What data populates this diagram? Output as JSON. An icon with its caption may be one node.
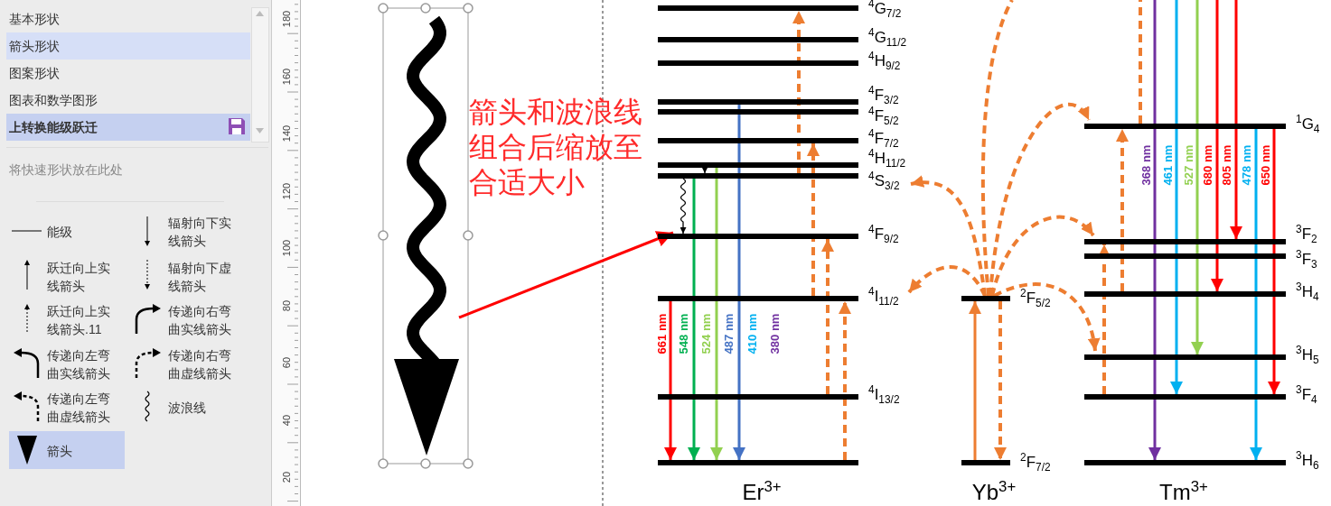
{
  "diagram": {
    "nodes": [
      {
        "text": [],
        "shape": "arrow"
      },
      {
        "text": [],
        "shape": "bar",
        "beside": [
          "$^{4}$G$_{7/2}$"
        ]
      },
      {
        "text": [],
        "shape": "bar",
        "beside": [
          "$^{4}$G$_{11/2}$"
        ]
      },
      {
        "text": [],
        "shape": "bar",
        "beside": [
          "$^{4}$H$_{9/2}$"
        ]
      },
      {
        "text": [],
        "shape": "bar",
        "beside": [
          "$^{4}$F$_{3/2}$"
        ]
      },
      {
        "text": [],
        "shape": "bar",
        "beside": [
          "$^{4}$F$_{5/2}$"
        ]
      },
      {
        "text": [],
        "shape": "bar",
        "beside": [
          "$^{4}$F$_{7/2}$"
        ]
      },
      {
        "text": [],
        "shape": "bar",
        "beside": [
          "$^{4}$H$_{11/2}$"
        ]
      },
      {
        "text": [],
        "shape": "bar",
        "beside": [
          "$^{4}$S$_{3/2}$"
        ]
      },
      {
        "text": [],
        "shape": "bar",
        "beside": [
          "$^{4}$F$_{9/2}$"
        ]
      },
      {
        "text": [],
        "shape": "bar",
        "beside": [
          "$^{4}$I$_{11/2}$"
        ]
      },
      {
        "text": [],
        "shape": "bar",
        "beside": [
          "$^{4}$I$_{13/2}$"
        ]
      },
      {
        "text": [],
        "shape": "bar"
      },
      {
        "text": [],
        "shape": "bar",
        "beside": [
          "$^{2}$F$_{5/2}$"
        ]
      },
      {
        "text": [],
        "shape": "bar",
        "beside": [
          "$^{2}$F$_{7/2}$"
        ]
      },
      {
        "text": [],
        "shape": "bar",
        "beside": [
          "$^{1}$G$_{4}$"
        ]
      },
      {
        "text": [],
        "shape": "bar",
        "beside": [
          "$^{3}$F$_{2}$"
        ]
      },
      {
        "text": [],
        "shape": "bar",
        "beside": [
          "$^{3}$F$_{3}$"
        ]
      },
      {
        "text": [],
        "shape": "bar",
        "beside": [
          "$^{3}$H$_{4}$"
        ]
      },
      {
        "text": [],
        "shape": "bar",
        "beside": [
          "$^{3}$H$_{5}$"
        ]
      },
      {
        "text": [],
        "shape": "bar",
        "beside": [
          "$^{3}$F$_{4}$"
        ]
      },
      {
        "text": [],
        "shape": "bar",
        "beside": [
          "$^{3}$H$_{6}$"
        ]
      }
    ],
    "edges": [
      {
        "from": 0,
        "to": 9,
        "arrow": "to",
        "color": "#ff0000"
      },
      {
        "from": 10,
        "to": 12,
        "arrow": "to",
        "label": "661 nm",
        "color": "#ff0000"
      },
      {
        "from": 8,
        "to": 12,
        "arrow": "to",
        "label": "548 nm",
        "color": "#00b050"
      },
      {
        "from": 7,
        "to": 12,
        "arrow": "to",
        "label": "524 nm",
        "color": "#92d050"
      },
      {
        "from": 4,
        "to": 12,
        "arrow": "to",
        "label": "487 nm",
        "color": "#4472c4"
      },
      {
        "from": 7,
        "to": 8,
        "arrow": "to",
        "color": "#000000"
      },
      {
        "from": 8,
        "to": 9,
        "arrow": "to",
        "color": "#000000"
      },
      {
        "from": 12,
        "to": 10,
        "arrow": "to",
        "style": "dashed",
        "color": "#ed7d31"
      },
      {
        "from": 11,
        "to": 9,
        "arrow": "to",
        "style": "dashed",
        "color": "#ed7d31"
      },
      {
        "from": 10,
        "to": 6,
        "arrow": "to",
        "style": "dashed",
        "color": "#ed7d31"
      },
      {
        "from": 8,
        "to": 1,
        "arrow": "to",
        "style": "dashed",
        "color": "#ed7d31"
      },
      {
        "from": 14,
        "to": 13,
        "arrow": "to",
        "color": "#ed7d31"
      },
      {
        "from": 13,
        "to": 14,
        "arrow": "to",
        "style": "dashed",
        "color": "#ed7d31"
      },
      {
        "from": 13,
        "to": 8,
        "arrow": "to",
        "style": "dashed",
        "color": "#ed7d31"
      },
      {
        "from": 13,
        "to": 10,
        "arrow": "to",
        "style": "dashed",
        "color": "#ed7d31"
      },
      {
        "from": 13,
        "to": null,
        "arrow": "none",
        "style": "dashed",
        "color": "#ed7d31"
      },
      {
        "from": 13,
        "to": 15,
        "arrow": "to",
        "style": "dashed",
        "color": "#ed7d31"
      },
      {
        "from": 13,
        "to": 16,
        "arrow": "to",
        "style": "dashed",
        "color": "#ed7d31"
      },
      {
        "from": 13,
        "to": 19,
        "arrow": "to",
        "style": "dashed",
        "color": "#ed7d31"
      },
      {
        "from": 15,
        "to": null,
        "arrow": "none",
        "style": "dashed",
        "color": "#ed7d31"
      },
      {
        "from": 18,
        "to": 15,
        "arrow": "to",
        "style": "dashed",
        "color": "#ed7d31"
      },
      {
        "from": 20,
        "to": 16,
        "arrow": "to",
        "style": "dashed",
        "color": "#ed7d31"
      },
      {
        "from": null,
        "to": 21,
        "arrow": "to",
        "label": "368 nm",
        "color": "#7030a0"
      },
      {
        "from": null,
        "to": 20,
        "arrow": "to",
        "label": "461 nm",
        "color": "#00b0f0"
      },
      {
        "from": null,
        "to": 19,
        "arrow": "to",
        "label": "527 nm",
        "color": "#92d050"
      },
      {
        "from": null,
        "to": 18,
        "arrow": "to",
        "label": "680 nm",
        "color": "#ff0000"
      },
      {
        "from": null,
        "to": 16,
        "arrow": "to",
        "label": "805 nm",
        "color": "#ff0000"
      },
      {
        "from": 15,
        "to": 21,
        "arrow": "to",
        "label": "478 nm",
        "color": "#00b0f0"
      },
      {
        "from": 15,
        "to": 20,
        "arrow": "to",
        "label": "650 nm",
        "color": "#ff0000"
      }
    ],
    "labels": [
      "基本形状",
      "箭头形状",
      "图案形状",
      "图表和数学图形",
      "上转换能级跃迁",
      "将快速形状放在此处",
      "能级",
      "辐射向下实线箭头",
      "跃迁向上实线箭头",
      "辐射向下虚线箭头",
      "跃迁向上实线箭头.11",
      "传递向右弯曲实线箭头",
      "传递向左弯曲实线箭头",
      "传递向右弯曲虚线箭头",
      "传递向左弯曲虚线箭头",
      "波浪线",
      "箭头",
      "180",
      "160",
      "140",
      "120",
      "100",
      "80",
      "60",
      "40",
      "20",
      "箭头和波浪线组合后缩放至合适大小",
      "410 nm",
      "380 nm",
      "Er$^{3+}$",
      "Yb$^{3+}$",
      "Tm$^{3+}$"
    ]
  }
}
